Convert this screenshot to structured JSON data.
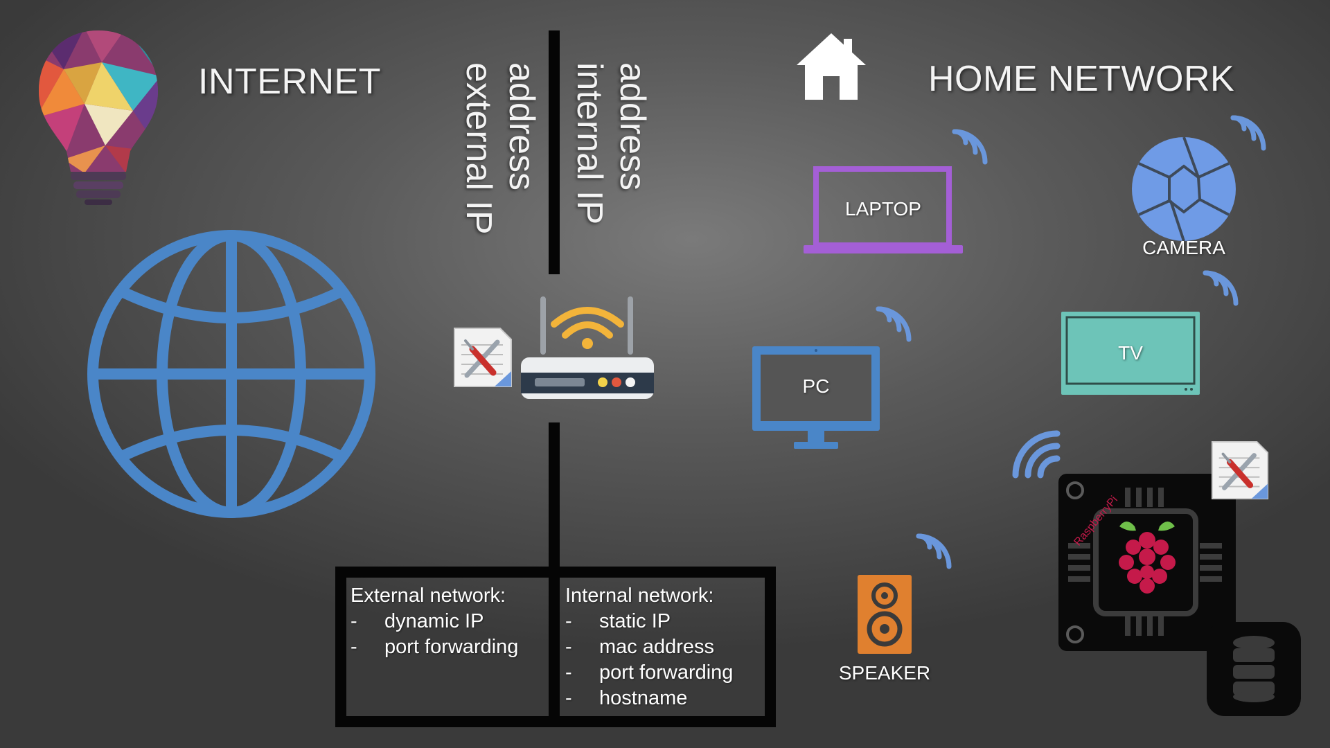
{
  "headings": {
    "internet": "INTERNET",
    "home_network": "HOME NETWORK"
  },
  "router_labels": {
    "external": [
      "external IP",
      "address"
    ],
    "internal": [
      "internal IP",
      "address"
    ]
  },
  "devices": {
    "laptop": "LAPTOP",
    "camera": "CAMERA",
    "pc": "PC",
    "tv": "TV",
    "speaker": "SPEAKER",
    "raspberry_pi_chip_text": "RaspberryPi"
  },
  "external_network": {
    "title": "External network:",
    "items": [
      {
        "bullet": "-",
        "text": "dynamic IP"
      },
      {
        "bullet": "-",
        "text": "port forwarding"
      }
    ]
  },
  "internal_network": {
    "title": "Internal network:",
    "items": [
      {
        "bullet": "-",
        "text": "static IP"
      },
      {
        "bullet": "-",
        "text": "mac address"
      },
      {
        "bullet": "-",
        "text": "port forwarding"
      },
      {
        "bullet": "-",
        "text": "hostname"
      }
    ]
  },
  "colors": {
    "globe": "#4a86c8",
    "laptop": "#a45fd6",
    "camera": "#6f9be6",
    "pc": "#4a86c8",
    "tv": "#6dc4b8",
    "speaker": "#e0802f",
    "wifi": "#6a97dc",
    "router_wifi": "#f3b43a",
    "divider": "#050505"
  },
  "icons": [
    "lightbulb-icon",
    "globe-icon",
    "house-icon",
    "router-icon",
    "settings-tool-icon",
    "wifi-icon",
    "laptop-icon",
    "camera-aperture-icon",
    "monitor-icon",
    "tv-icon",
    "speaker-icon",
    "raspberry-pi-chip-icon",
    "database-icon"
  ]
}
